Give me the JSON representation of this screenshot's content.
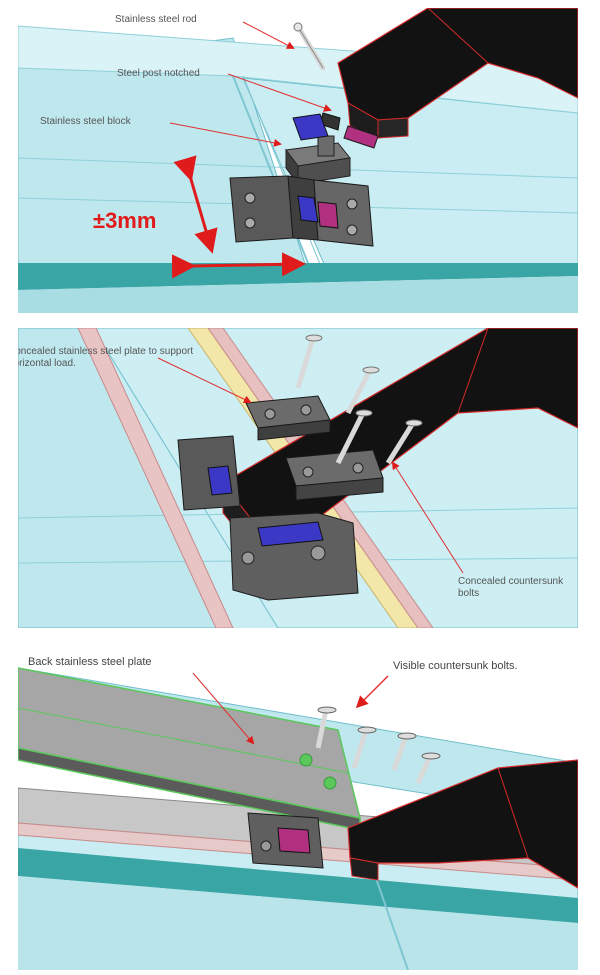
{
  "panels": [
    {
      "labels": {
        "rod": "Stainless steel rod",
        "post": "Steel post notched",
        "block": "Stainless steel block",
        "tolerance": "±3mm"
      }
    },
    {
      "labels": {
        "plate": "Concealed stainless steel plate to support\nhorizontal load.",
        "bolts": "Concealed countersunk\nbolts"
      }
    },
    {
      "labels": {
        "back_plate": "Back stainless steel plate",
        "visible_bolts": "Visible countersunk bolts."
      }
    }
  ],
  "colors": {
    "glass": "#bfe7ee",
    "glass_edge": "#5fb6c6",
    "steel_post": "#121212",
    "edge_red": "#d42a2a",
    "block_grey": "#595959",
    "pad_blue": "#3a38c4",
    "pad_magenta": "#b1307f",
    "plate_grey": "#9b9b9b",
    "plate_green": "#5ac85a",
    "arrow": "#e01b1b"
  }
}
